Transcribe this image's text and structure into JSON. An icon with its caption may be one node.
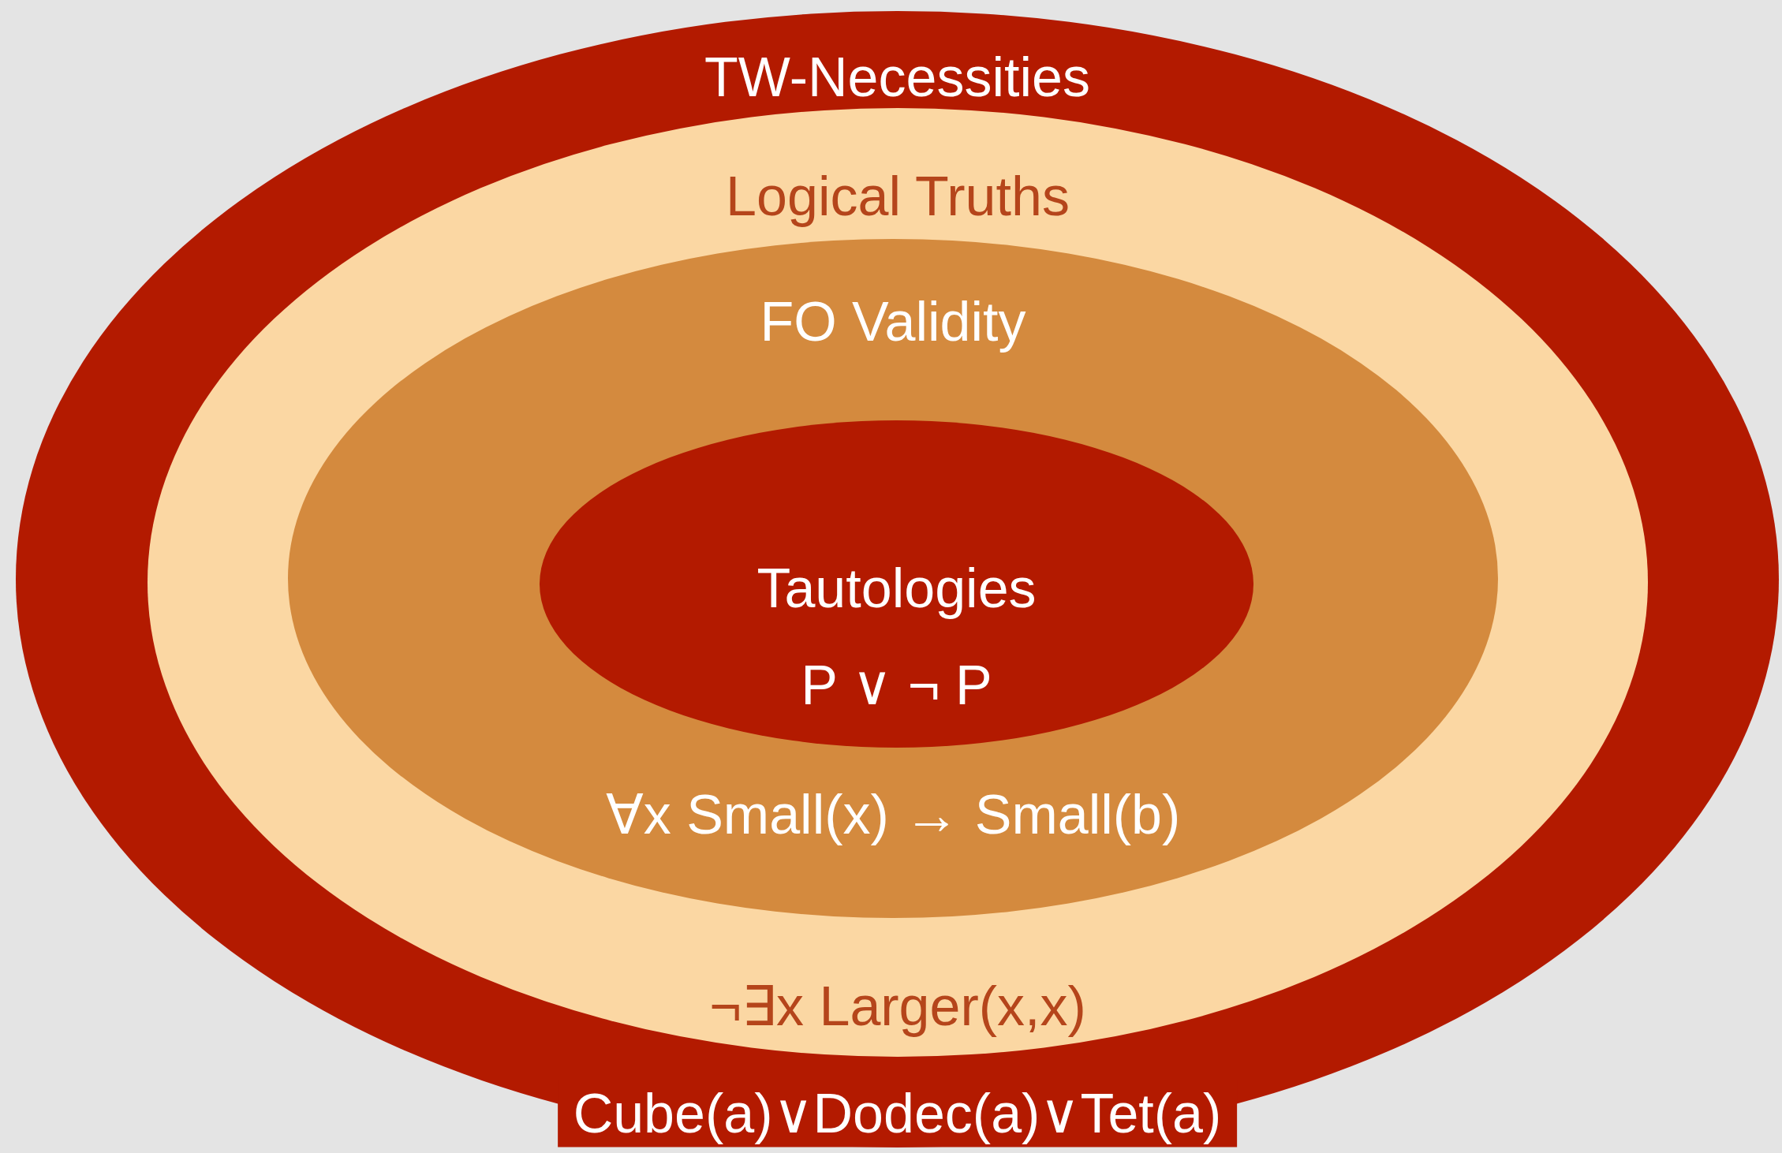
{
  "diagram": {
    "nodes": [
      {
        "text": [
          "TW-Necessities",
          "Cube(a)∨Dodec(a)∨Tet(a)"
        ]
      },
      {
        "text": [
          "Logical Truths",
          "¬∃x Larger(x,x)"
        ],
        "in": 0
      },
      {
        "text": [
          "FO Validity",
          "∀x Small(x) → Small(b)"
        ],
        "in": 1
      },
      {
        "text": [
          "Tautologies",
          "P ∨ ¬ P"
        ],
        "in": 2
      }
    ]
  }
}
